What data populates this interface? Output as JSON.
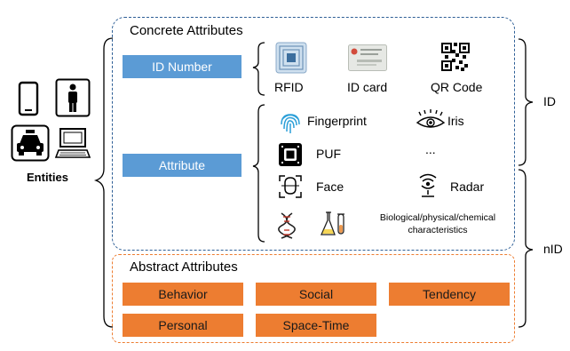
{
  "entities": {
    "label": "Entities",
    "icons": [
      "smartphone-icon",
      "person-icon",
      "taxi-icon",
      "computer-icon"
    ]
  },
  "concrete": {
    "title": "Concrete Attributes",
    "id_number_label": "ID Number",
    "attribute_label": "Attribute",
    "id_items": [
      {
        "label": "RFID",
        "icon": "rfid-chip-icon"
      },
      {
        "label": "ID card",
        "icon": "id-card-icon"
      },
      {
        "label": "QR Code",
        "icon": "qr-code-icon"
      }
    ],
    "attr_items": [
      {
        "label": "Fingerprint",
        "icon": "fingerprint-icon"
      },
      {
        "label": "Iris",
        "icon": "eye-icon"
      },
      {
        "label": "PUF",
        "icon": "chip-icon"
      },
      {
        "label": "...",
        "icon": ""
      },
      {
        "label": "Face",
        "icon": "face-scan-icon"
      },
      {
        "label": "Radar",
        "icon": "radar-icon"
      }
    ],
    "bio_label_line1": "Biological/physical/chemical",
    "bio_label_line2": "characteristics",
    "bio_icons": [
      "dna-icon",
      "rgb-circles-icon",
      "flask-icon"
    ]
  },
  "abstract": {
    "title": "Abstract Attributes",
    "items": [
      "Behavior",
      "Social",
      "Tendency",
      "Personal",
      "Space-Time"
    ]
  },
  "right_labels": {
    "id": "ID",
    "nid": "nID"
  },
  "colors": {
    "blue_box": "#5b9bd5",
    "blue_dash": "#2e5f96",
    "orange": "#ed7d31"
  }
}
